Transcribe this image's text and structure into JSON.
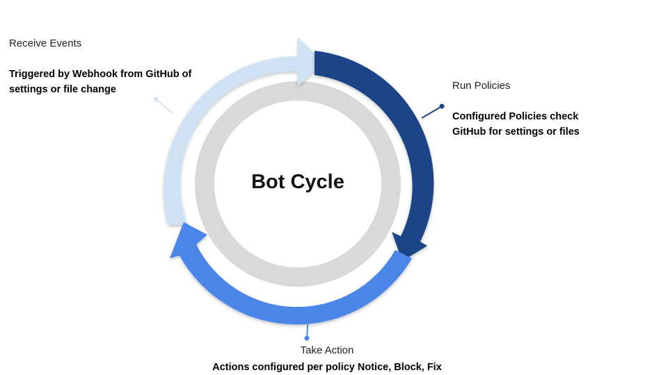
{
  "center": {
    "title": "Bot Cycle"
  },
  "stages": [
    {
      "heading": "Receive Events",
      "description": "Triggered by Webhook from GitHub of settings or file change",
      "color": "#cfe2f3"
    },
    {
      "heading": "Run Policies",
      "description": "Configured Policies check GitHub for settings or files",
      "color": "#1c4587"
    },
    {
      "heading": "Take Action",
      "description": "Actions configured per policy Notice, Block, Fix",
      "color": "#4a86e8"
    }
  ],
  "colors": {
    "inner_ring": "#d9d9d9",
    "center_fill": "#ffffff"
  }
}
